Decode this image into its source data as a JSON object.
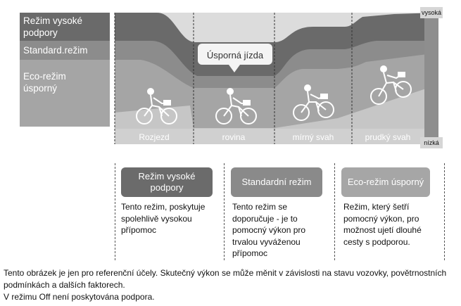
{
  "modes": {
    "high": "Režim vysoké podpory",
    "standard": "Standard.režim",
    "eco": "Eco-režim úsporný"
  },
  "scale": {
    "top": "vysoká",
    "bottom": "nízká"
  },
  "callout": "Úsporná jízda",
  "terrain": [
    "Rozjezd",
    "rovina",
    "mírný svah",
    "prudký svah"
  ],
  "cards": [
    {
      "title": "Režim vysoké podpory",
      "desc": "Tento režim, poskytuje spolehlivě vysokou přípomoc",
      "color": "#6b6b6b"
    },
    {
      "title": "Standardní režim",
      "desc": "Tento režim se doporučuje - je to pomocný výkon pro trvalou vyváženou přípomoc",
      "color": "#8a8a8a"
    },
    {
      "title": "Eco-režim úsporný",
      "desc": "Režim, který šetří pomocný výkon, pro možnost ujetí dlouhé cesty s podporou.",
      "color": "#a6a6a6"
    }
  ],
  "footnote": [
    "Tento obrázek je jen pro referenční účely. Skutečný výkon se může měnit v závislosti na stavu vozovky, povětrnostních",
    "podmínkách a dalších faktorech.",
    "V režimu Off není poskytována podpora."
  ],
  "colors": {
    "high": "#696969",
    "standard": "#8c8c8c",
    "eco": "#a3a3a3",
    "ground": "#c4c4c4",
    "scale_bar": "#8e8e8e"
  }
}
